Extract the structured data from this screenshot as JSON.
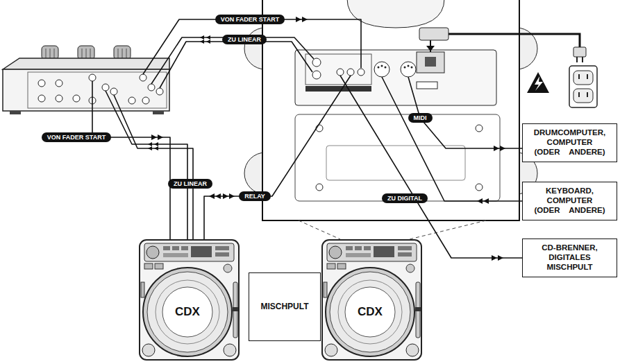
{
  "diagram": {
    "nodes": [
      {
        "text": [
          "DRUMCOMPUTER, COMPUTER (ODER ANDERE)"
        ]
      },
      {
        "text": [
          "KEYBOARD, COMPUTER (ODER ANDERE)"
        ]
      },
      {
        "text": [
          "CD-BRENNER, DIGITALES MISCHPULT"
        ]
      },
      {
        "text": [
          "CDX"
        ]
      },
      {
        "text": [
          "MISCHPULT"
        ]
      },
      {
        "text": [
          "CDX"
        ]
      }
    ],
    "labels": [
      "VON FADER START",
      "ZU LINEAR",
      "VON FADER START",
      "ZU LINEAR",
      "RELAY",
      "MIDI",
      "ZU DIGITAL"
    ]
  }
}
